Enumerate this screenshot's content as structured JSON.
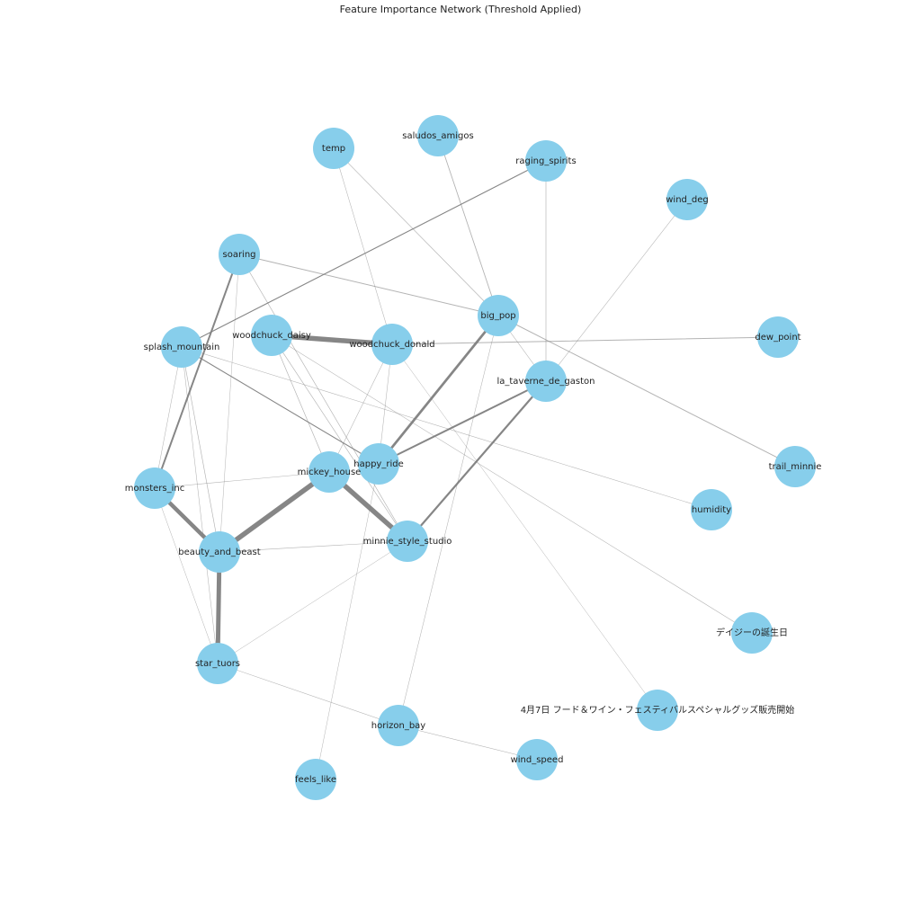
{
  "title": "Feature Importance Network (Threshold Applied)",
  "colors": {
    "node": "#87CEEB",
    "edge": "#808080",
    "label": "#222222"
  },
  "nodes": [
    {
      "id": "temp",
      "label": "temp"
    },
    {
      "id": "saludos_amigos",
      "label": "saludos_amigos"
    },
    {
      "id": "raging_spirits",
      "label": "raging_spirits"
    },
    {
      "id": "wind_deg",
      "label": "wind_deg"
    },
    {
      "id": "soaring",
      "label": "soaring"
    },
    {
      "id": "big_pop",
      "label": "big_pop"
    },
    {
      "id": "dew_point",
      "label": "dew_point"
    },
    {
      "id": "splash_mountain",
      "label": "splash_mountain"
    },
    {
      "id": "woodchuck_daisy",
      "label": "woodchuck_daisy"
    },
    {
      "id": "woodchuck_donald",
      "label": "woodchuck_donald"
    },
    {
      "id": "la_taverne_de_gaston",
      "label": "la_taverne_de_gaston"
    },
    {
      "id": "trail_minnie",
      "label": "trail_minnie"
    },
    {
      "id": "happy_ride",
      "label": "happy_ride"
    },
    {
      "id": "mickey_house",
      "label": "mickey_house"
    },
    {
      "id": "monsters_inc",
      "label": "monsters_inc"
    },
    {
      "id": "humidity",
      "label": "humidity"
    },
    {
      "id": "minnie_style_studio",
      "label": "minnie_style_studio"
    },
    {
      "id": "beauty_and_beast",
      "label": "beauty_and_beast"
    },
    {
      "id": "daisy_birthday",
      "label": "デイジーの誕生日"
    },
    {
      "id": "star_tuors",
      "label": "star_tuors"
    },
    {
      "id": "food_wine",
      "label": "4月7日 フード＆ワイン・フェスティバルスペシャルグッズ販売開始"
    },
    {
      "id": "horizon_bay",
      "label": "horizon_bay"
    },
    {
      "id": "wind_speed",
      "label": "wind_speed"
    },
    {
      "id": "feels_like",
      "label": "feels_like"
    }
  ],
  "edges": [
    {
      "source": "woodchuck_daisy",
      "target": "woodchuck_donald",
      "weight": 5
    },
    {
      "source": "mickey_house",
      "target": "minnie_style_studio",
      "weight": 5
    },
    {
      "source": "mickey_house",
      "target": "beauty_and_beast",
      "weight": 5
    },
    {
      "source": "beauty_and_beast",
      "target": "star_tuors",
      "weight": 4.5
    },
    {
      "source": "monsters_inc",
      "target": "beauty_and_beast",
      "weight": 4
    },
    {
      "source": "happy_ride",
      "target": "big_pop",
      "weight": 2.5
    },
    {
      "source": "minnie_style_studio",
      "target": "la_taverne_de_gaston",
      "weight": 2
    },
    {
      "source": "happy_ride",
      "target": "la_taverne_de_gaston",
      "weight": 1.8
    },
    {
      "source": "soaring",
      "target": "monsters_inc",
      "weight": 1.8
    },
    {
      "source": "splash_mountain",
      "target": "raging_spirits",
      "weight": 1
    },
    {
      "source": "splash_mountain",
      "target": "happy_ride",
      "weight": 1
    },
    {
      "source": "woodchuck_donald",
      "target": "dew_point",
      "weight": 0.9
    },
    {
      "source": "big_pop",
      "target": "trail_minnie",
      "weight": 0.9
    },
    {
      "source": "soaring",
      "target": "big_pop",
      "weight": 0.9
    },
    {
      "source": "saludos_amigos",
      "target": "big_pop",
      "weight": 0.8
    },
    {
      "source": "raging_spirits",
      "target": "la_taverne_de_gaston",
      "weight": 0.6
    },
    {
      "source": "temp",
      "target": "big_pop",
      "weight": 0.6
    },
    {
      "source": "temp",
      "target": "woodchuck_donald",
      "weight": 0.5
    },
    {
      "source": "wind_deg",
      "target": "la_taverne_de_gaston",
      "weight": 0.5
    },
    {
      "source": "big_pop",
      "target": "la_taverne_de_gaston",
      "weight": 0.5
    },
    {
      "source": "big_pop",
      "target": "horizon_bay",
      "weight": 0.5
    },
    {
      "source": "soaring",
      "target": "minnie_style_studio",
      "weight": 0.6
    },
    {
      "source": "soaring",
      "target": "beauty_and_beast",
      "weight": 0.4
    },
    {
      "source": "splash_mountain",
      "target": "monsters_inc",
      "weight": 0.5
    },
    {
      "source": "splash_mountain",
      "target": "beauty_and_beast",
      "weight": 0.6
    },
    {
      "source": "splash_mountain",
      "target": "star_tuors",
      "weight": 0.5
    },
    {
      "source": "splash_mountain",
      "target": "humidity",
      "weight": 0.5
    },
    {
      "source": "woodchuck_daisy",
      "target": "mickey_house",
      "weight": 0.6
    },
    {
      "source": "woodchuck_daisy",
      "target": "minnie_style_studio",
      "weight": 0.6
    },
    {
      "source": "woodchuck_daisy",
      "target": "daisy_birthday",
      "weight": 0.5
    },
    {
      "source": "woodchuck_donald",
      "target": "mickey_house",
      "weight": 0.5
    },
    {
      "source": "woodchuck_donald",
      "target": "happy_ride",
      "weight": 0.5
    },
    {
      "source": "woodchuck_donald",
      "target": "food_wine",
      "weight": 0.4
    },
    {
      "source": "monsters_inc",
      "target": "mickey_house",
      "weight": 0.5
    },
    {
      "source": "monsters_inc",
      "target": "star_tuors",
      "weight": 0.4
    },
    {
      "source": "beauty_and_beast",
      "target": "minnie_style_studio",
      "weight": 0.5
    },
    {
      "source": "minnie_style_studio",
      "target": "star_tuors",
      "weight": 0.4
    },
    {
      "source": "star_tuors",
      "target": "horizon_bay",
      "weight": 0.5
    },
    {
      "source": "horizon_bay",
      "target": "wind_speed",
      "weight": 0.5
    },
    {
      "source": "happy_ride",
      "target": "feels_like",
      "weight": 0.4
    }
  ]
}
